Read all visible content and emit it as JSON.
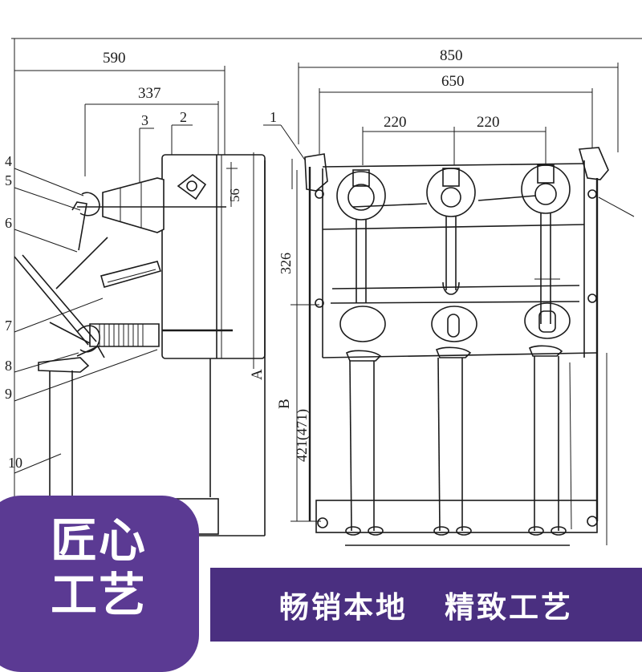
{
  "side_view": {
    "dims": [
      "590",
      "337",
      "56",
      "A"
    ],
    "leaders": [
      "2",
      "3",
      "4",
      "5",
      "6",
      "7",
      "8",
      "9",
      "10"
    ]
  },
  "front_view": {
    "dims": [
      "850",
      "650",
      "220",
      "220",
      "326",
      "B",
      "421(471)"
    ],
    "leaders": [
      "1"
    ]
  },
  "badge": {
    "line1": "匠心",
    "line2": "工艺"
  },
  "banner": {
    "left": "畅销本地",
    "right": "精致工艺"
  },
  "colors": {
    "badge": "#5b3a93",
    "banner": "#4a2f80",
    "text": "#ffffff",
    "line": "#1b1b1b"
  }
}
